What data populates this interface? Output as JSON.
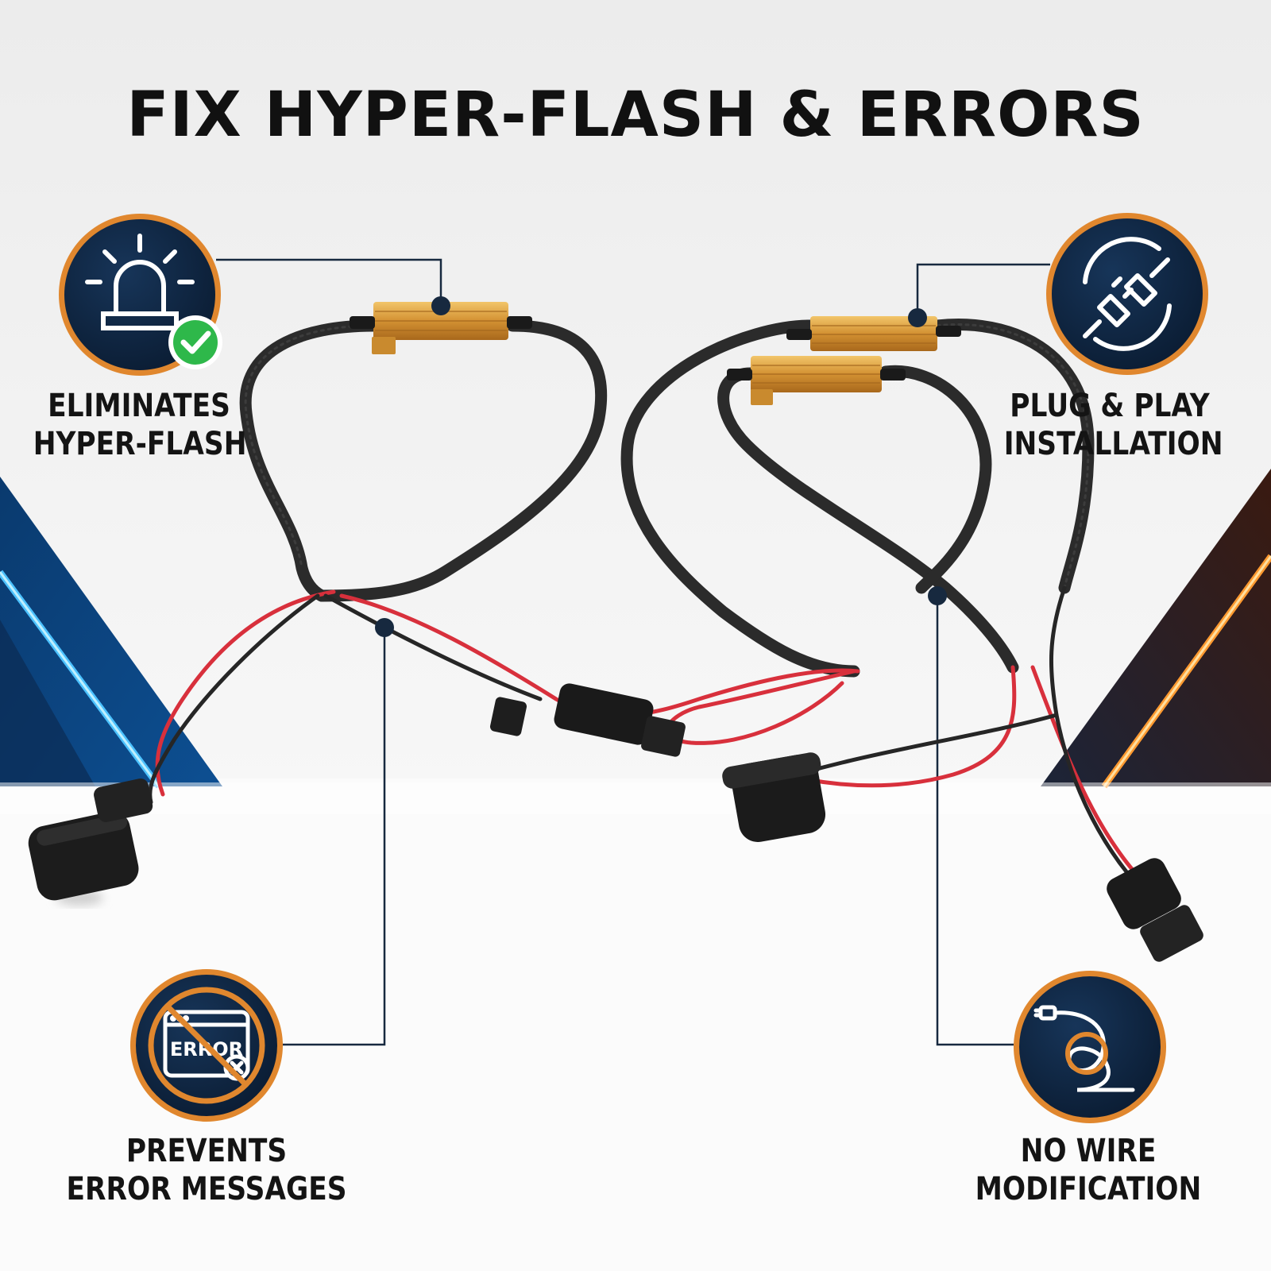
{
  "title": "FIX HYPER-FLASH & ERRORS",
  "features": [
    {
      "id": "hyper-flash",
      "line1": "ELIMINATES",
      "line2": "HYPER-FLASH",
      "icon": "alarm-light-check-icon"
    },
    {
      "id": "plug-play",
      "line1": "PLUG & PLAY",
      "line2": "INSTALLATION",
      "icon": "plug-connect-icon"
    },
    {
      "id": "error",
      "line1": "PREVENTS",
      "line2": "ERROR MESSAGES",
      "icon": "error-window-prohibited-icon",
      "icon_text": "ERROR"
    },
    {
      "id": "no-wire",
      "line1": "NO WIRE",
      "line2": "MODIFICATION",
      "icon": "cable-loop-icon"
    }
  ],
  "colors": {
    "badge_fill": "#0e2440",
    "badge_ring": "#e0872e",
    "accent_blue": "#1f9cf0",
    "accent_orange": "#ff8a25",
    "resistor_gold": "#d89a38",
    "wire_red": "#d8303c",
    "wire_black": "#2a2a2a",
    "check_green": "#2eb84a"
  }
}
